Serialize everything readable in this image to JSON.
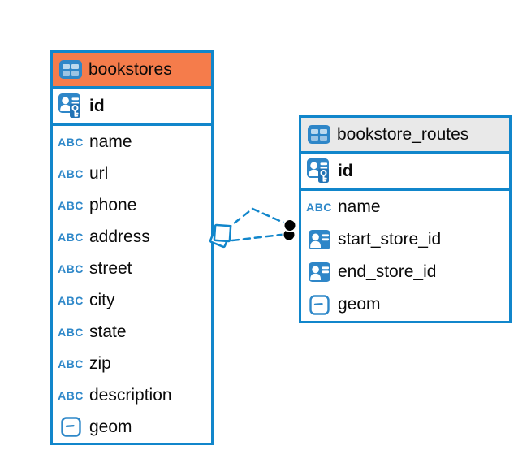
{
  "diagram": {
    "tables": [
      {
        "name": "bookstores",
        "header_color": "#f57c4b",
        "primary_key": {
          "name": "id",
          "type": "primary-key"
        },
        "columns": [
          {
            "name": "name",
            "type": "text"
          },
          {
            "name": "url",
            "type": "text"
          },
          {
            "name": "phone",
            "type": "text"
          },
          {
            "name": "address",
            "type": "text"
          },
          {
            "name": "street",
            "type": "text"
          },
          {
            "name": "city",
            "type": "text"
          },
          {
            "name": "state",
            "type": "text"
          },
          {
            "name": "zip",
            "type": "text"
          },
          {
            "name": "description",
            "type": "text"
          },
          {
            "name": "geom",
            "type": "geometry"
          }
        ]
      },
      {
        "name": "bookstore_routes",
        "header_color": "#e9e9e9",
        "primary_key": {
          "name": "id",
          "type": "primary-key"
        },
        "columns": [
          {
            "name": "name",
            "type": "text"
          },
          {
            "name": "start_store_id",
            "type": "reference"
          },
          {
            "name": "end_store_id",
            "type": "reference"
          },
          {
            "name": "geom",
            "type": "geometry"
          }
        ]
      }
    ],
    "relationships": [
      {
        "from": "bookstores",
        "to": "bookstore_routes",
        "line_style": "dashed"
      },
      {
        "from": "bookstores",
        "to": "bookstore_routes",
        "line_style": "dashed"
      }
    ],
    "icons": {
      "text_type_label": "ABC"
    },
    "colors": {
      "table_border": "#1186cb",
      "relationship_line": "#1186cb",
      "icon_blue": "#2e86c8",
      "bookstores_header": "#f57c4b",
      "routes_header": "#e9e9e9"
    }
  }
}
